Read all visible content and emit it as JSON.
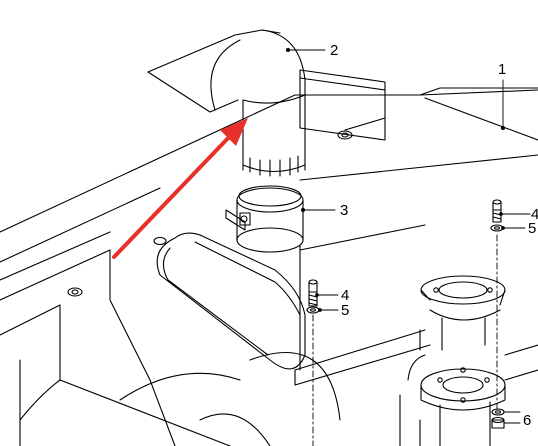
{
  "diagram": {
    "callouts": [
      {
        "id": "c2",
        "label": "2"
      },
      {
        "id": "c1",
        "label": "1"
      },
      {
        "id": "c3",
        "label": "3"
      },
      {
        "id": "c4a",
        "label": "4"
      },
      {
        "id": "c5a",
        "label": "5"
      },
      {
        "id": "c4b",
        "label": "4"
      },
      {
        "id": "c5b",
        "label": "5"
      },
      {
        "id": "c6",
        "label": "6"
      }
    ],
    "colors": {
      "line": "#000000",
      "arrow": "#e8312a",
      "background": "#ffffff"
    }
  }
}
